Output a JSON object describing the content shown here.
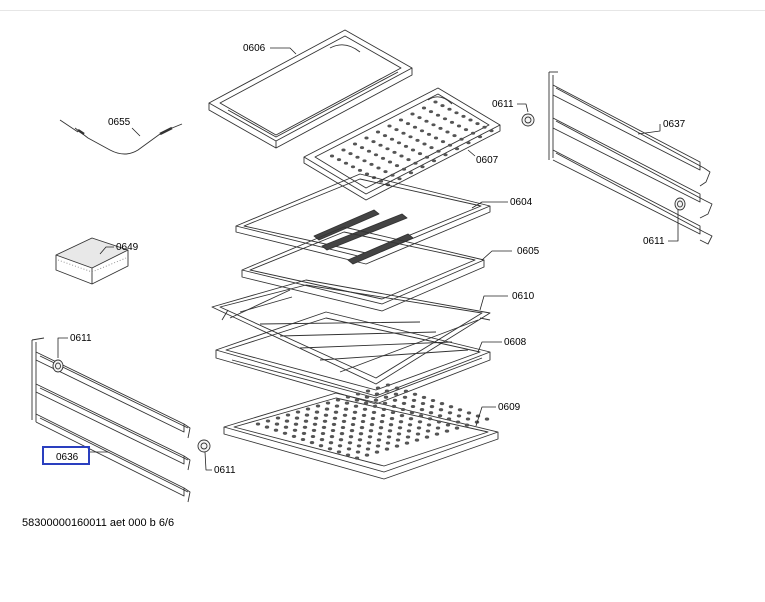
{
  "diagram": {
    "labels": {
      "p0606": "0606",
      "p0655": "0655",
      "p0611a": "0611",
      "p0607": "0607",
      "p0637": "0637",
      "p0604": "0604",
      "p0611b": "0611",
      "p0649": "0649",
      "p0605": "0605",
      "p0610": "0610",
      "p0611c": "0611",
      "p0608": "0608",
      "p0609": "0609",
      "p0636": "0636",
      "p0611d": "0611"
    },
    "highlighted_part": "0636",
    "highlight_color": "#2a3fbf",
    "footer": "58300000160011 aet 000 b 6/6"
  }
}
